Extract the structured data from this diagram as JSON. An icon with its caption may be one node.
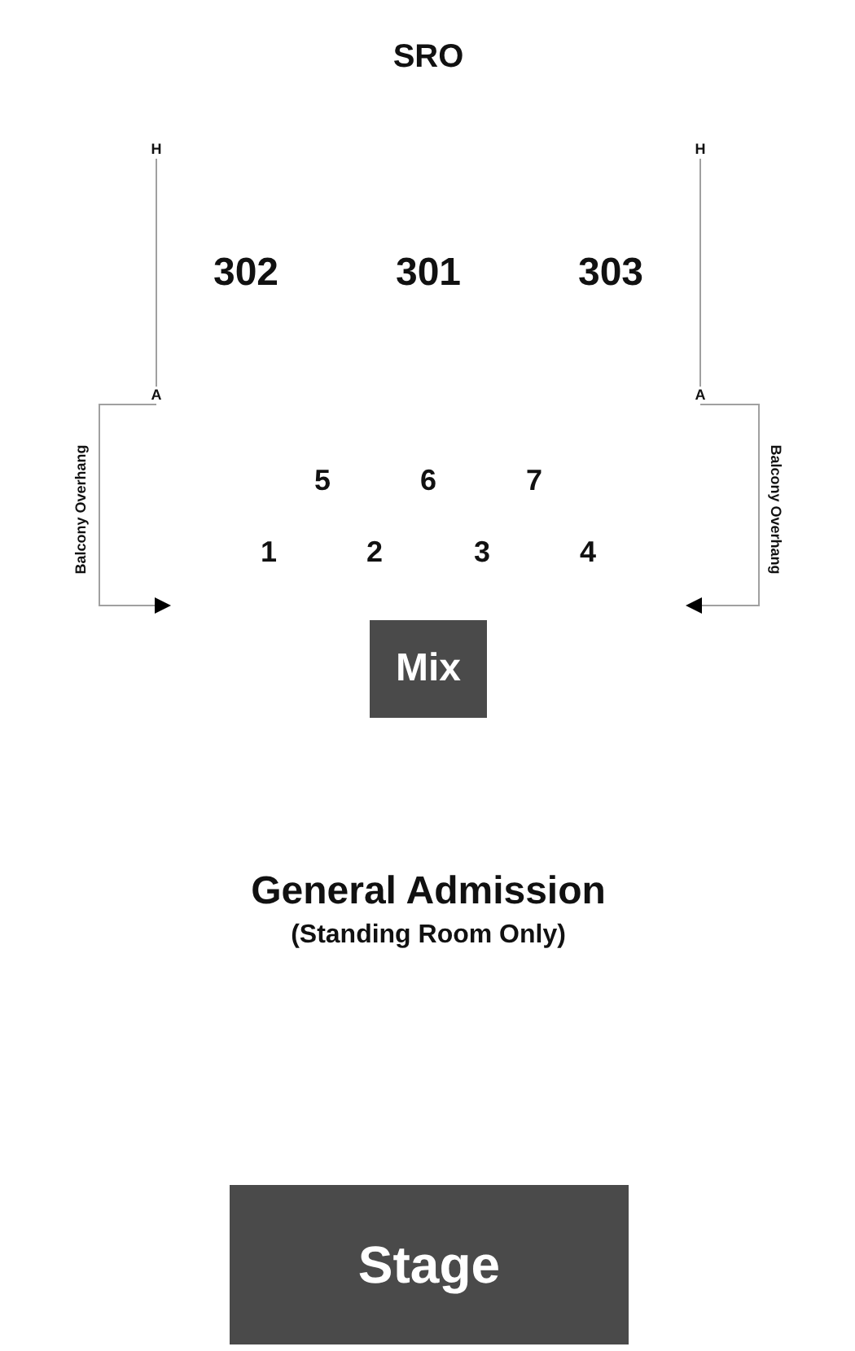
{
  "diagram": {
    "nodes": [
      {
        "text": [
          "H"
        ]
      },
      {
        "text": [
          "A"
        ]
      },
      {
        "text": [
          "H"
        ]
      },
      {
        "text": [
          "A"
        ]
      },
      {
        "text": [
          "Mix"
        ]
      },
      {
        "text": [
          "Stage"
        ]
      }
    ],
    "edges": [
      {
        "from": 0,
        "to": 1,
        "arrow": "none"
      },
      {
        "from": 2,
        "to": 3,
        "arrow": "none"
      },
      {
        "from": 1,
        "to": null,
        "arrow": "to"
      },
      {
        "from": 3,
        "to": null,
        "arrow": "to"
      }
    ],
    "labels": [
      "SRO",
      "302",
      "301",
      "303",
      "Balcony Overhang",
      "5",
      "6",
      "7",
      "Balcony Overhang",
      "1",
      "2",
      "3",
      "4",
      "General Admission",
      "(Standing Room Only)"
    ]
  }
}
